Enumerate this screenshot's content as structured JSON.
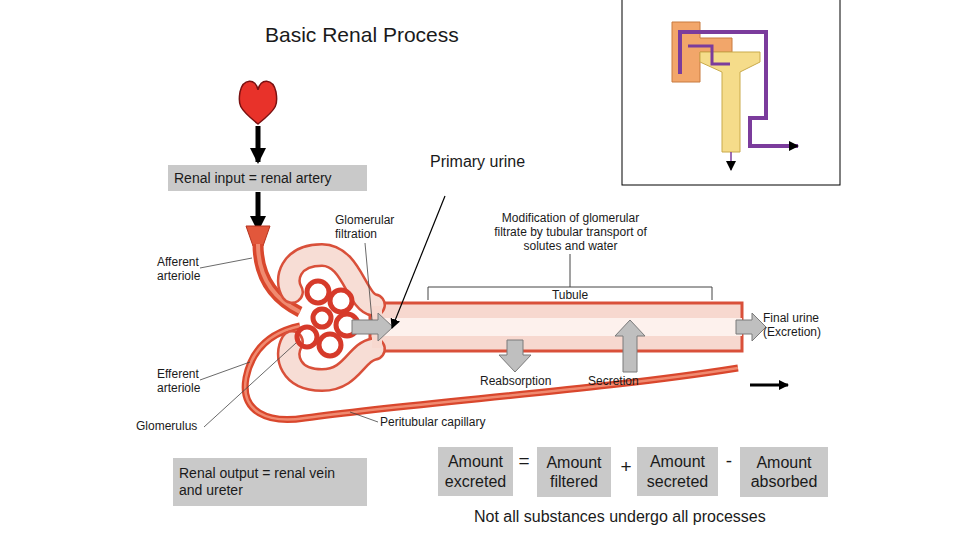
{
  "diagram": {
    "title": "Basic Renal Process",
    "nodes": [
      {
        "text": [
          "Renal input = renal artery"
        ]
      },
      {
        "text": [
          "Renal output = renal vein and ureter"
        ]
      },
      {
        "text": [
          "Amount excreted"
        ]
      },
      {
        "text": [
          "Amount filtered"
        ]
      },
      {
        "text": [
          "Amount secreted"
        ]
      },
      {
        "text": [
          "Amount absorbed"
        ]
      }
    ],
    "labels": [
      "Primary urine",
      "Glomerular filtration",
      "Modification of glomerular filtrate by tubular transport of solutes and water",
      "Tubule",
      "Afferent arteriole",
      "Final urine (Excretion)",
      "Efferent arteriole",
      "Reabsorption",
      "Secretion",
      "Glomerulus",
      "Peritubular capillary",
      "=",
      "+",
      "-",
      "Not all substances undergo all processes"
    ]
  }
}
